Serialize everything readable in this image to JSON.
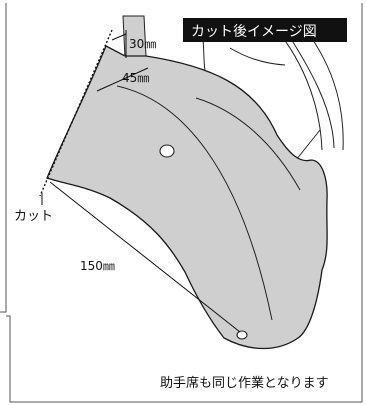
{
  "title": "カット後イメージ図",
  "measurements": {
    "top_width": "30㎜",
    "cut_depth": "45㎜",
    "length": "150㎜"
  },
  "cut_label": "カット",
  "footnote": "助手席も同じ作業となります",
  "colors": {
    "panel_fill": "#cfcfcf",
    "outline": "#1a1a1a",
    "title_bg": "#111111",
    "title_text": "#ffffff",
    "border": "#444444"
  }
}
